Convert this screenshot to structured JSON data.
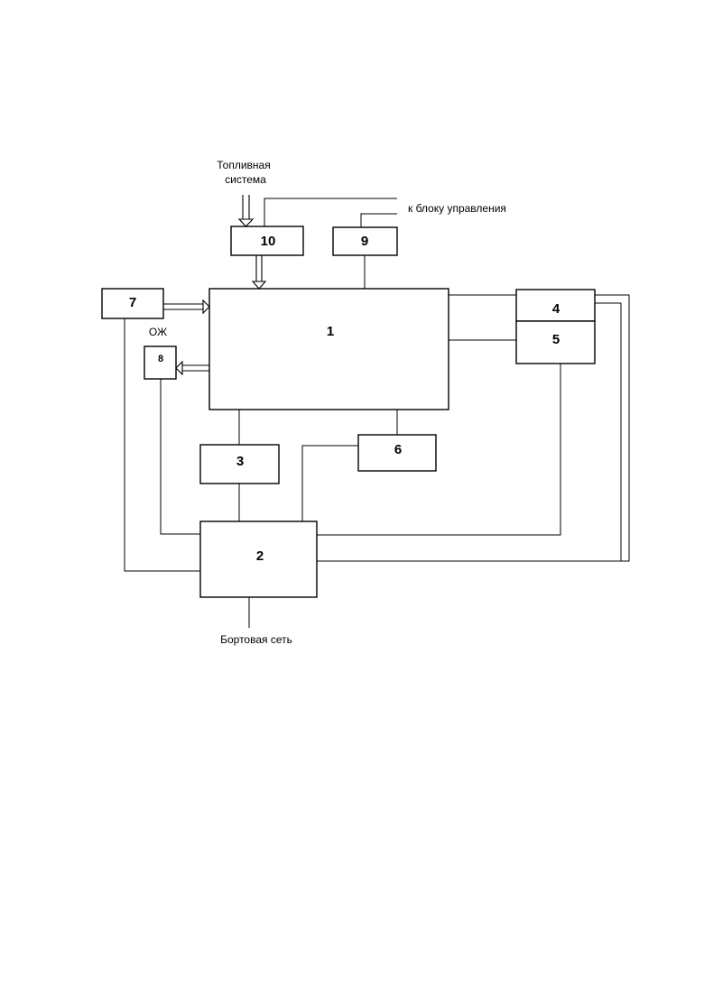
{
  "blocks": {
    "b1": "1",
    "b2": "2",
    "b3": "3",
    "b4": "4",
    "b5": "5",
    "b6": "6",
    "b7": "7",
    "b8": "8",
    "b9": "9",
    "b10": "10"
  },
  "labels": {
    "fuel_system_line1": "Топливная",
    "fuel_system_line2": "система",
    "to_control_unit": "к блоку управления",
    "coolant": "ОЖ",
    "onboard_network": "Бортовая сеть"
  }
}
